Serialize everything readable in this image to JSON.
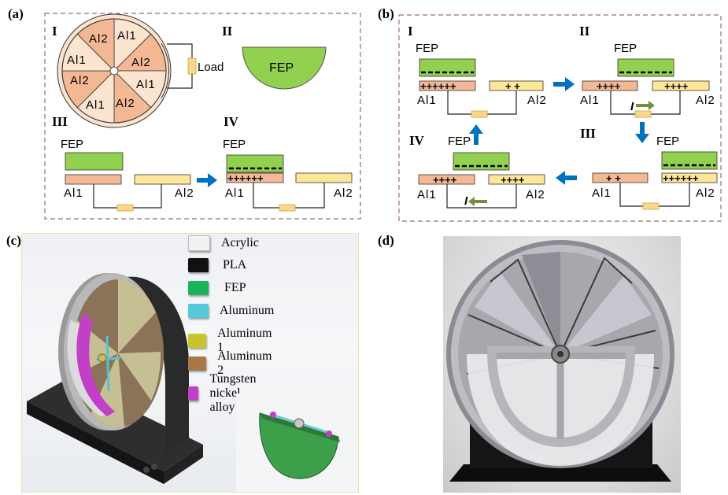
{
  "panels": {
    "a": {
      "label": "(a)"
    },
    "b": {
      "label": "(b)"
    },
    "c": {
      "label": "(c)"
    },
    "d": {
      "label": "(d)"
    }
  },
  "roman": {
    "i": "I",
    "ii": "II",
    "iii": "III",
    "iv": "IV"
  },
  "labels": {
    "al1": "Al1",
    "al2": "Al2",
    "fep": "FEP",
    "load": "Load",
    "plus_long": "++++++",
    "plus_four": "++++",
    "plus_two": "+ +",
    "current": "I"
  },
  "legend": [
    {
      "label": "Acrylic",
      "color": "#f1f1f1"
    },
    {
      "label": "PLA",
      "color": "#111111"
    },
    {
      "label": "FEP",
      "color": "#19b35a"
    },
    {
      "label": "Aluminum",
      "color": "#56c8d8"
    },
    {
      "label": "Aluminum 1",
      "color": "#c8c42c"
    },
    {
      "label": "Aluminum 2",
      "color": "#a8774a"
    },
    {
      "label": "Tungsten nickel alloy",
      "color": "#c23fc8"
    }
  ],
  "colors": {
    "fep": "#92d050",
    "al1": "#f4b895",
    "al2": "#ffe699",
    "frame": "#9c6b6b",
    "arrow_blue": "#0070c0",
    "arrow_green": "#70913a"
  }
}
